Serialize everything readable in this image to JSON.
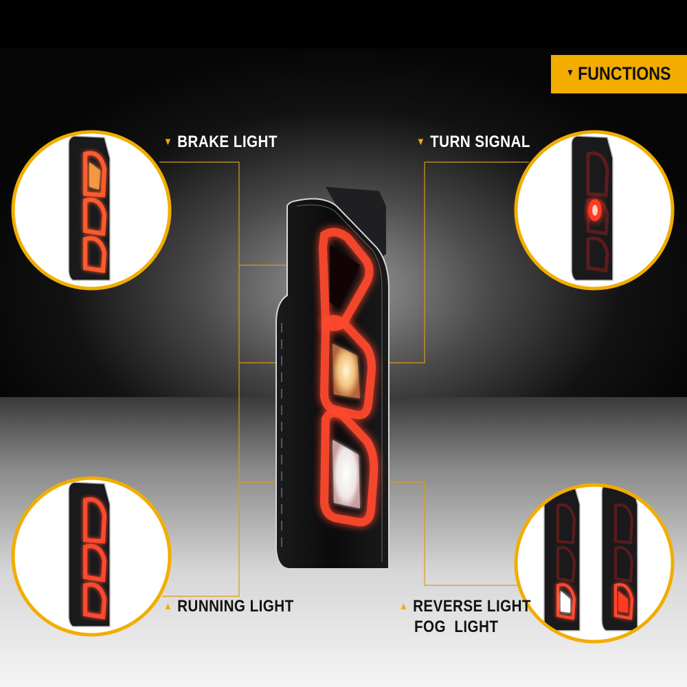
{
  "badge": {
    "icon": "caret-down-icon",
    "text": "FUNCTIONS"
  },
  "functions": {
    "brake": {
      "icon": "caret-down-icon",
      "text": "BRAKE LIGHT"
    },
    "turn": {
      "icon": "caret-down-icon",
      "text": "TURN SIGNAL"
    },
    "running": {
      "icon": "caret-up-icon",
      "text": "RUNNING LIGHT"
    },
    "reverse": {
      "icon": "caret-up-icon",
      "text": "REVERSE LIGHT"
    },
    "fog": {
      "text": "FOG  LIGHT"
    }
  },
  "colors": {
    "accent": "#f2ad00",
    "lamp_red": "#e0301e",
    "background_dark": "#050505",
    "floor_light": "#f5f5f5"
  }
}
